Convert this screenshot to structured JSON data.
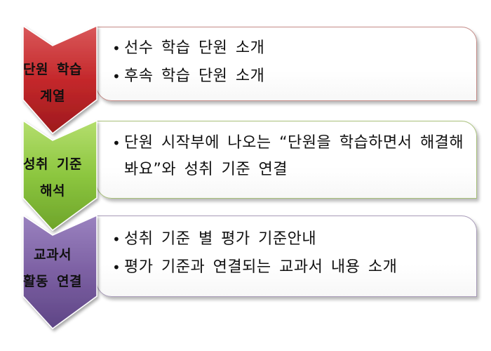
{
  "colors": {
    "red": "#c0282a",
    "green": "#8cc63f",
    "purple": "#7c60a3"
  },
  "steps": [
    {
      "label_lines": [
        "단원 학습",
        "계열"
      ],
      "color": "red",
      "bullets": [
        "선수 학습 단원 소개",
        "후속 학습 단원 소개"
      ]
    },
    {
      "label_lines": [
        "성취 기준",
        "해석"
      ],
      "color": "green",
      "bullets": [
        "단원 시작부에 나오는 “단원을 학습하면서 해결해봐요”와 성취 기준 연결"
      ]
    },
    {
      "label_lines": [
        "교과서",
        "활동 연결"
      ],
      "color": "purple",
      "bullets": [
        "성취 기준 별 평가 기준안내",
        "평가 기준과 연결되는 교과서 내용 소개"
      ]
    }
  ]
}
